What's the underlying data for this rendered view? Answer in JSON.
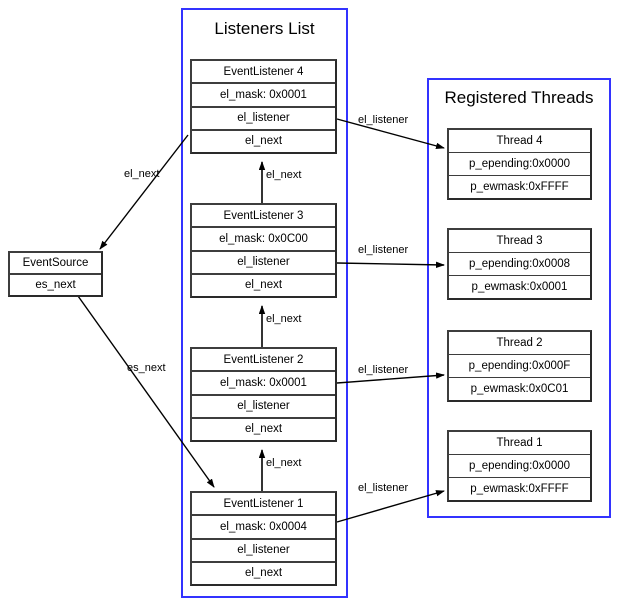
{
  "diagram": {
    "title_listeners": "Listeners List",
    "title_threads": "Registered Threads"
  },
  "event_source": {
    "name": "EventSource",
    "field_next": "es_next"
  },
  "listeners": [
    {
      "title": "EventListener 4",
      "mask": "el_mask: 0x0001",
      "listener": "el_listener",
      "next": "el_next"
    },
    {
      "title": "EventListener 3",
      "mask": "el_mask: 0x0C00",
      "listener": "el_listener",
      "next": "el_next"
    },
    {
      "title": "EventListener 2",
      "mask": "el_mask: 0x0001",
      "listener": "el_listener",
      "next": "el_next"
    },
    {
      "title": "EventListener 1",
      "mask": "el_mask: 0x0004",
      "listener": "el_listener",
      "next": "el_next"
    }
  ],
  "threads": [
    {
      "title": "Thread 4",
      "epending": "p_epending:0x0000",
      "ewmask": "p_ewmask:0xFFFF"
    },
    {
      "title": "Thread 3",
      "epending": "p_epending:0x0008",
      "ewmask": "p_ewmask:0x0001"
    },
    {
      "title": "Thread 2",
      "epending": "p_epending:0x000F",
      "ewmask": "p_ewmask:0x0C01"
    },
    {
      "title": "Thread 1",
      "epending": "p_epending:0x0000",
      "ewmask": "p_ewmask:0xFFFF"
    }
  ],
  "edge_labels": {
    "source_to_l4": "el_next",
    "source_to_l1": "es_next",
    "l3_to_l4": "el_next",
    "l2_to_l3": "el_next",
    "l1_to_l2": "el_next",
    "l4_to_t4": "el_listener",
    "l3_to_t3": "el_listener",
    "l2_to_t2": "el_listener",
    "l1_to_t1": "el_listener"
  },
  "colors": {
    "panel_border": "#3333ff",
    "node_border": "#3d3d3d",
    "wire": "#000000",
    "background": "#ffffff"
  }
}
